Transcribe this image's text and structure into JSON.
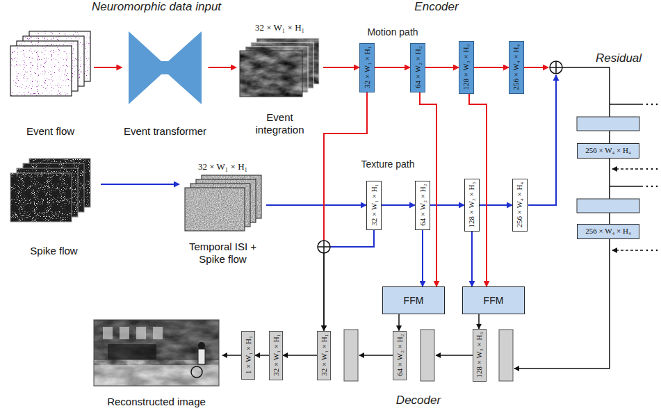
{
  "diagram": {
    "nodes": [
      {
        "text": [
          "Event flow"
        ]
      },
      {
        "text": [
          "Event transformer"
        ]
      },
      {
        "text": [
          "32 × W₁ × H₁",
          "Event integration"
        ]
      },
      {
        "text": [
          "32 × W₁ × H₁"
        ]
      },
      {
        "text": [
          "64 × W₂ × H₂"
        ]
      },
      {
        "text": [
          "128 × W₃ × H₃"
        ]
      },
      {
        "text": [
          "256 × W₄ × H₄"
        ]
      },
      {
        "text": [
          "Spike flow"
        ]
      },
      {
        "text": [
          "32 × W₁ × H₁",
          "Temporal ISI + Spike flow"
        ]
      },
      {
        "text": [
          "32 × W₁ × H₁"
        ]
      },
      {
        "text": [
          "64 × W₂ × H₂"
        ]
      },
      {
        "text": [
          "128 × W₃ × H₃"
        ]
      },
      {
        "text": [
          "256 × W₄ × H₄"
        ]
      },
      {
        "text": [
          "FFM"
        ]
      },
      {
        "text": [
          "FFM"
        ]
      },
      {
        "text": [
          "256 × W₄ × H₄"
        ]
      },
      {
        "text": [
          "256 × W₄ × H₄"
        ]
      },
      {
        "text": [
          "Reconstructed image"
        ]
      },
      {
        "text": [
          "1 × W₁ × H₁"
        ]
      },
      {
        "text": [
          "32 × W₁ × H₁"
        ]
      },
      {
        "text": [
          "32 × W₁ × H₁"
        ]
      },
      {
        "text": [
          "64 × W₂ × H₂"
        ]
      },
      {
        "text": [
          "128 × W₃ × H₃"
        ]
      }
    ],
    "edges": [
      {
        "from": 0,
        "to": 1,
        "arrow": "to"
      },
      {
        "from": 1,
        "to": 2,
        "arrow": "to"
      },
      {
        "from": 2,
        "to": 3,
        "arrow": "to"
      },
      {
        "from": 3,
        "to": 4,
        "arrow": "to"
      },
      {
        "from": 4,
        "to": 5,
        "arrow": "to"
      },
      {
        "from": 5,
        "to": 6,
        "arrow": "to"
      },
      {
        "from": 7,
        "to": 8,
        "arrow": "to"
      },
      {
        "from": 8,
        "to": 9,
        "arrow": "to"
      },
      {
        "from": 9,
        "to": 10,
        "arrow": "to"
      },
      {
        "from": 10,
        "to": 11,
        "arrow": "to"
      },
      {
        "from": 11,
        "to": 12,
        "arrow": "to"
      },
      {
        "from": 4,
        "to": 13,
        "arrow": "to"
      },
      {
        "from": 10,
        "to": 13,
        "arrow": "to"
      },
      {
        "from": 5,
        "to": 14,
        "arrow": "to"
      },
      {
        "from": 11,
        "to": 14,
        "arrow": "to"
      },
      {
        "from": 13,
        "to": 21,
        "arrow": "to"
      },
      {
        "from": 14,
        "to": 22,
        "arrow": "to"
      },
      {
        "from": 3,
        "to": 20,
        "arrow": "to"
      },
      {
        "from": 9,
        "to": 20,
        "arrow": "to"
      },
      {
        "from": 20,
        "to": 19,
        "arrow": "to"
      },
      {
        "from": 19,
        "to": 18,
        "arrow": "to"
      },
      {
        "from": 18,
        "to": 17,
        "arrow": "to"
      }
    ],
    "labels": [
      "Neuromorphic data input",
      "Encoder",
      "Residual",
      "Decoder",
      "Motion path",
      "Texture path"
    ]
  }
}
